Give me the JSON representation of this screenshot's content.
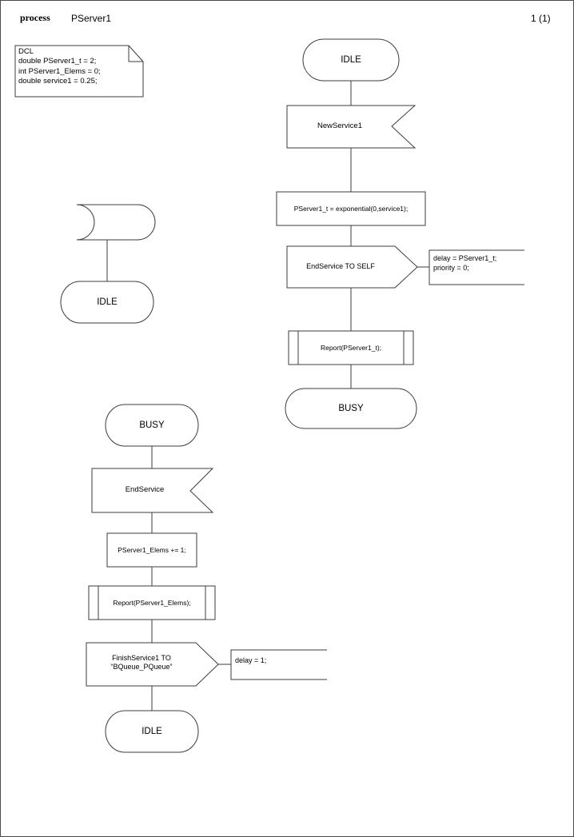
{
  "header": {
    "keyword": "process",
    "process_name": "PServer1",
    "page_number": "1 (1)"
  },
  "declaration": {
    "name": "dcl-note",
    "lines": [
      "DCL",
      "double PServer1_t = 2;",
      "int PServer1_Elems = 0;",
      "double service1 = 0.25;"
    ],
    "text": "DCL\ndouble PServer1_t = 2;\nint PServer1_Elems = 0;\ndouble service1 = 0.25;"
  },
  "branches": {
    "start": {
      "start_symbol_label": "",
      "state_idle": "IDLE"
    },
    "idle_newservice": {
      "state_start": "IDLE",
      "input": "NewService1",
      "task": "PServer1_t = exponential(0,service1);",
      "output": "EndService TO SELF",
      "output_comment": "delay = PServer1_t;\npriority = 0;",
      "output_comment_lines": [
        "delay = PServer1_t;",
        "priority = 0;"
      ],
      "procedure_call": "Report(PServer1_t);",
      "state_end": "BUSY"
    },
    "busy_endservice": {
      "state_start": "BUSY",
      "input": "EndService",
      "task": "PServer1_Elems += 1;",
      "procedure_call": "Report(PServer1_Elems);",
      "output": "FinishService1 TO\n“BQueue_PQueue”",
      "output_lines": [
        "FinishService1 TO",
        "“BQueue_PQueue”"
      ],
      "output_comment": "delay = 1;",
      "output_comment_lines": [
        "delay = 1;"
      ],
      "state_end": "IDLE"
    }
  },
  "colors": {
    "stroke": "#3c3c3c",
    "page_border": "#4a4a4a",
    "text": "#000000",
    "background": "#ffffff"
  }
}
